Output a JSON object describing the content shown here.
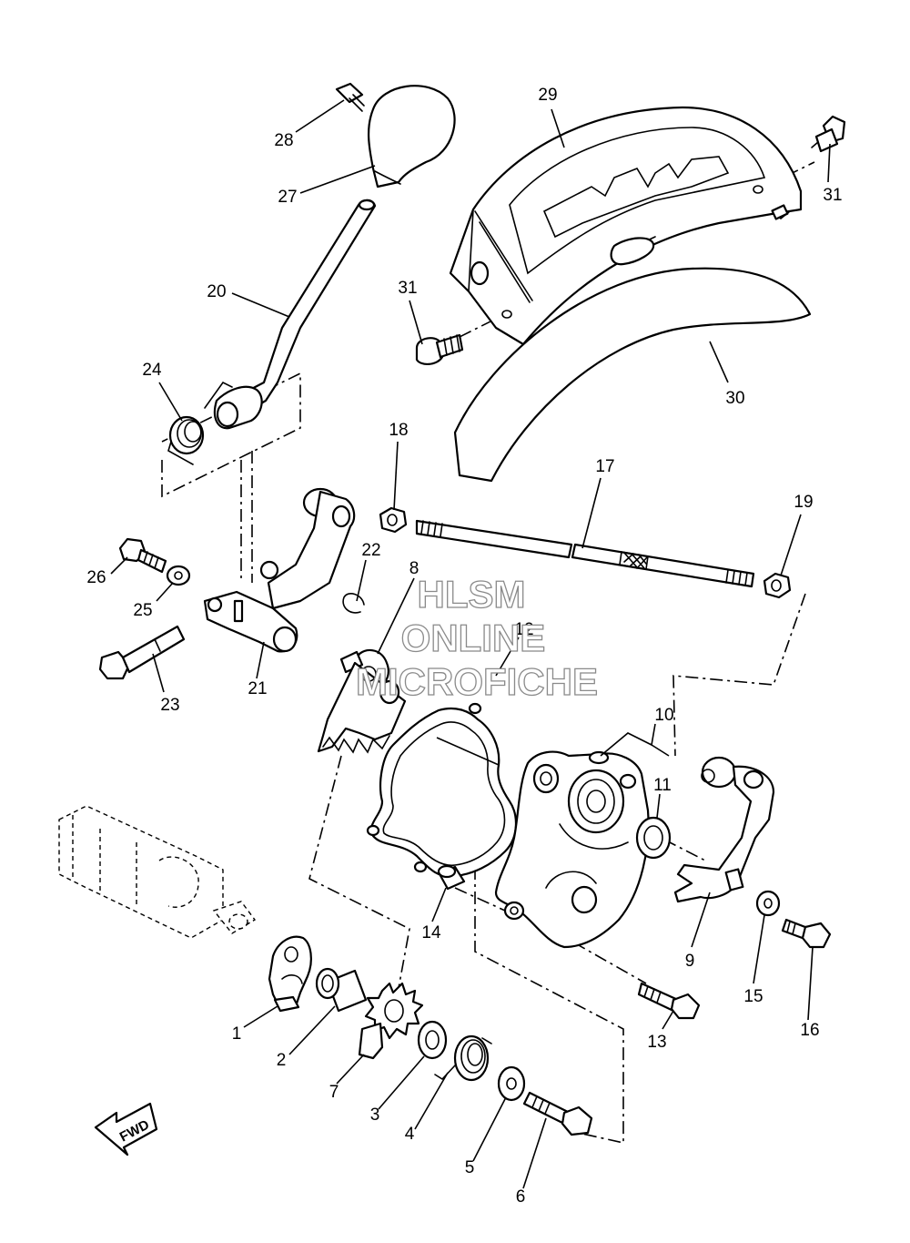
{
  "watermark": {
    "line1": "HLSM",
    "line2": "ONLINE",
    "line3": "MICROFICHE"
  },
  "direction_label": "FWD",
  "callouts": [
    "1",
    "2",
    "3",
    "4",
    "5",
    "6",
    "7",
    "8",
    "9",
    "10",
    "11",
    "12",
    "13",
    "14",
    "15",
    "16",
    "17",
    "18",
    "19",
    "20",
    "21",
    "22",
    "23",
    "24",
    "25",
    "26",
    "27",
    "28",
    "29",
    "30",
    "31",
    "31"
  ],
  "colors": {
    "line": "#000000",
    "background": "#ffffff",
    "watermark_outline": "#8a8a8a"
  }
}
